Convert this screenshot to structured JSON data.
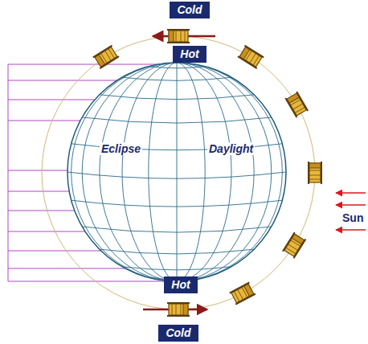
{
  "diagram": {
    "nodes": [
      {
        "text": [
          "Cold"
        ]
      },
      {
        "text": [
          "Hot"
        ]
      },
      {
        "text": [
          "Hot"
        ]
      },
      {
        "text": [
          "Cold"
        ]
      }
    ],
    "labels": [
      "Eclipse",
      "Daylight",
      "Sun"
    ]
  }
}
